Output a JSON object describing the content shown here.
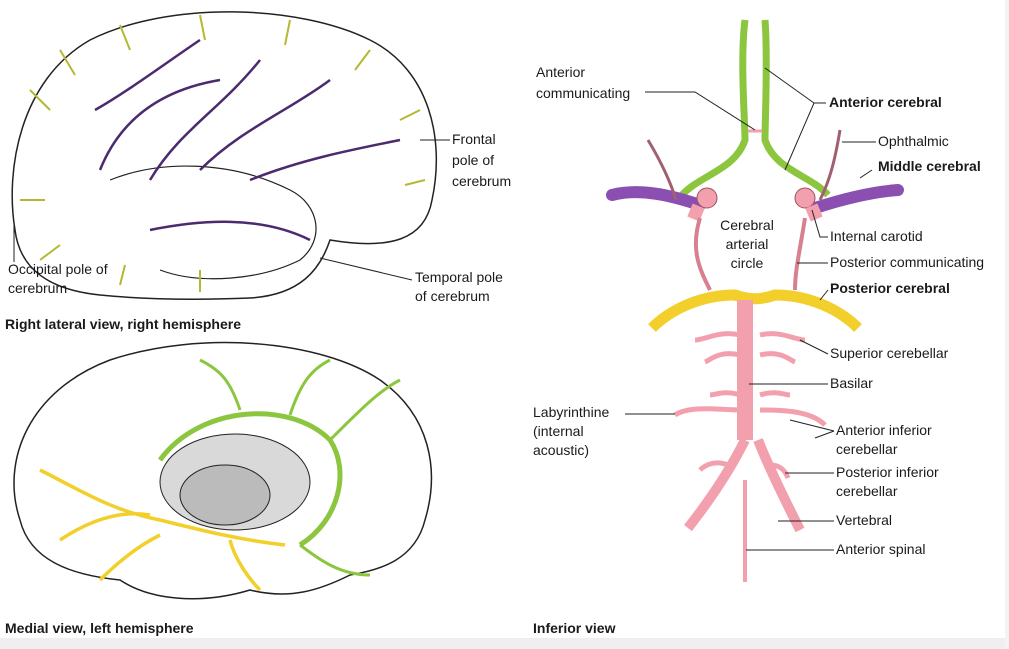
{
  "figures": {
    "lateral": {
      "caption": "Right lateral view, right hemisphere",
      "labels": {
        "frontal_pole": [
          "Frontal",
          "pole of",
          "cerebrum"
        ],
        "occipital_pole": [
          "Occipital pole of",
          "cerebrum"
        ],
        "temporal_pole": [
          "Temporal pole",
          "of cerebrum"
        ]
      }
    },
    "medial": {
      "caption": "Medial view, left hemisphere"
    },
    "inferior": {
      "caption": "Inferior view",
      "labels": {
        "anterior_communicating": [
          "Anterior",
          "communicating"
        ],
        "anterior_cerebral": "Anterior cerebral",
        "ophthalmic": "Ophthalmic",
        "middle_cerebral": "Middle cerebral",
        "cerebral_arterial_circle": [
          "Cerebral",
          "arterial",
          "circle"
        ],
        "internal_carotid": "Internal carotid",
        "posterior_communicating": "Posterior communicating",
        "posterior_cerebral": "Posterior cerebral",
        "superior_cerebellar": "Superior cerebellar",
        "basilar": "Basilar",
        "labyrinthine": [
          "Labyrinthine",
          "(internal",
          "acoustic)"
        ],
        "anterior_inferior_cerebellar": [
          "Anterior inferior",
          "cerebellar"
        ],
        "posterior_inferior_cerebellar": [
          "Posterior inferior",
          "cerebellar"
        ],
        "vertebral": "Vertebral",
        "anterior_spinal": "Anterior spinal"
      }
    }
  },
  "colors": {
    "anterior_cerebral": "#8cc63f",
    "middle_cerebral": "#8a4fb0",
    "posterior_cerebral": "#f2cf2a",
    "carotid_basilar": "#f2a0ae",
    "lateral_vessels": "#4b2a6e"
  }
}
